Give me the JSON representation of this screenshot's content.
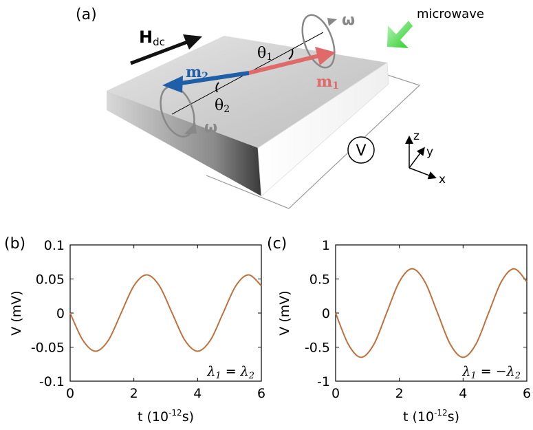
{
  "panel_a": {
    "label": "(a)",
    "field_label_main": "H",
    "field_label_sub": "dc",
    "microwave_label": "microwave",
    "omega_label": "ω",
    "m1_main": "m",
    "m1_sub": "1",
    "m2_main": "m",
    "m2_sub": "2",
    "theta1_main": "θ",
    "theta1_sub": "1",
    "theta2_main": "θ",
    "theta2_sub": "2",
    "voltmeter_label": "V",
    "axis_z": "z",
    "axis_y": "y",
    "axis_x": "x",
    "colors": {
      "m1": "#e06a6a",
      "m2": "#1f5fa8",
      "microwave": "#44dd44",
      "hdc": "#111111",
      "omega": "#888888"
    }
  },
  "chart_data": [
    {
      "panel_label": "(b)",
      "type": "line",
      "xlabel": "t (10",
      "xlabel_sup": "-12",
      "xlabel_end": "s)",
      "ylabel": "V (mV)",
      "annotation_left": "λ",
      "annotation_left_sub": "1",
      "annotation_eq": " = ",
      "annotation_right": "λ",
      "annotation_right_sub": "2",
      "xlim": [
        0,
        6
      ],
      "ylim": [
        -0.1,
        0.1
      ],
      "xticks": [
        "0",
        "2",
        "4",
        "6"
      ],
      "xtick_values": [
        0,
        2,
        4,
        6
      ],
      "yticks": [
        "-0.1",
        "-0.05",
        "0",
        "0.05",
        "0.1"
      ],
      "ytick_values": [
        -0.1,
        -0.05,
        0,
        0.05,
        0.1
      ],
      "series": [
        {
          "color": "#c0703a",
          "x": [
            0,
            0.4,
            0.8,
            1.2,
            1.6,
            2.0,
            2.4,
            2.8,
            3.2,
            3.6,
            4.0,
            4.4,
            4.8,
            5.2,
            5.6,
            6.0
          ],
          "y": [
            0,
            -0.04,
            -0.056,
            -0.04,
            0,
            0.04,
            0.056,
            0.04,
            0,
            -0.04,
            -0.056,
            -0.04,
            0,
            0.04,
            0.056,
            0.04
          ]
        }
      ]
    },
    {
      "panel_label": "(c)",
      "type": "line",
      "xlabel": "t (10",
      "xlabel_sup": "-12",
      "xlabel_end": "s)",
      "ylabel": "V (mV)",
      "annotation_left": "λ",
      "annotation_left_sub": "1",
      "annotation_eq": " = −",
      "annotation_right": "λ",
      "annotation_right_sub": "2",
      "xlim": [
        0,
        6
      ],
      "ylim": [
        -1,
        1
      ],
      "xticks": [
        "0",
        "2",
        "4",
        "6"
      ],
      "xtick_values": [
        0,
        2,
        4,
        6
      ],
      "yticks": [
        "-1",
        "-0.5",
        "0",
        "0.5",
        "1"
      ],
      "ytick_values": [
        -1,
        -0.5,
        0,
        0.5,
        1
      ],
      "series": [
        {
          "color": "#c0703a",
          "x": [
            0,
            0.4,
            0.8,
            1.2,
            1.6,
            2.0,
            2.4,
            2.8,
            3.2,
            3.6,
            4.0,
            4.4,
            4.8,
            5.2,
            5.6,
            6.0
          ],
          "y": [
            0,
            -0.46,
            -0.65,
            -0.46,
            0,
            0.46,
            0.65,
            0.46,
            0,
            -0.46,
            -0.65,
            -0.46,
            0,
            0.46,
            0.65,
            0.46
          ]
        }
      ]
    }
  ]
}
